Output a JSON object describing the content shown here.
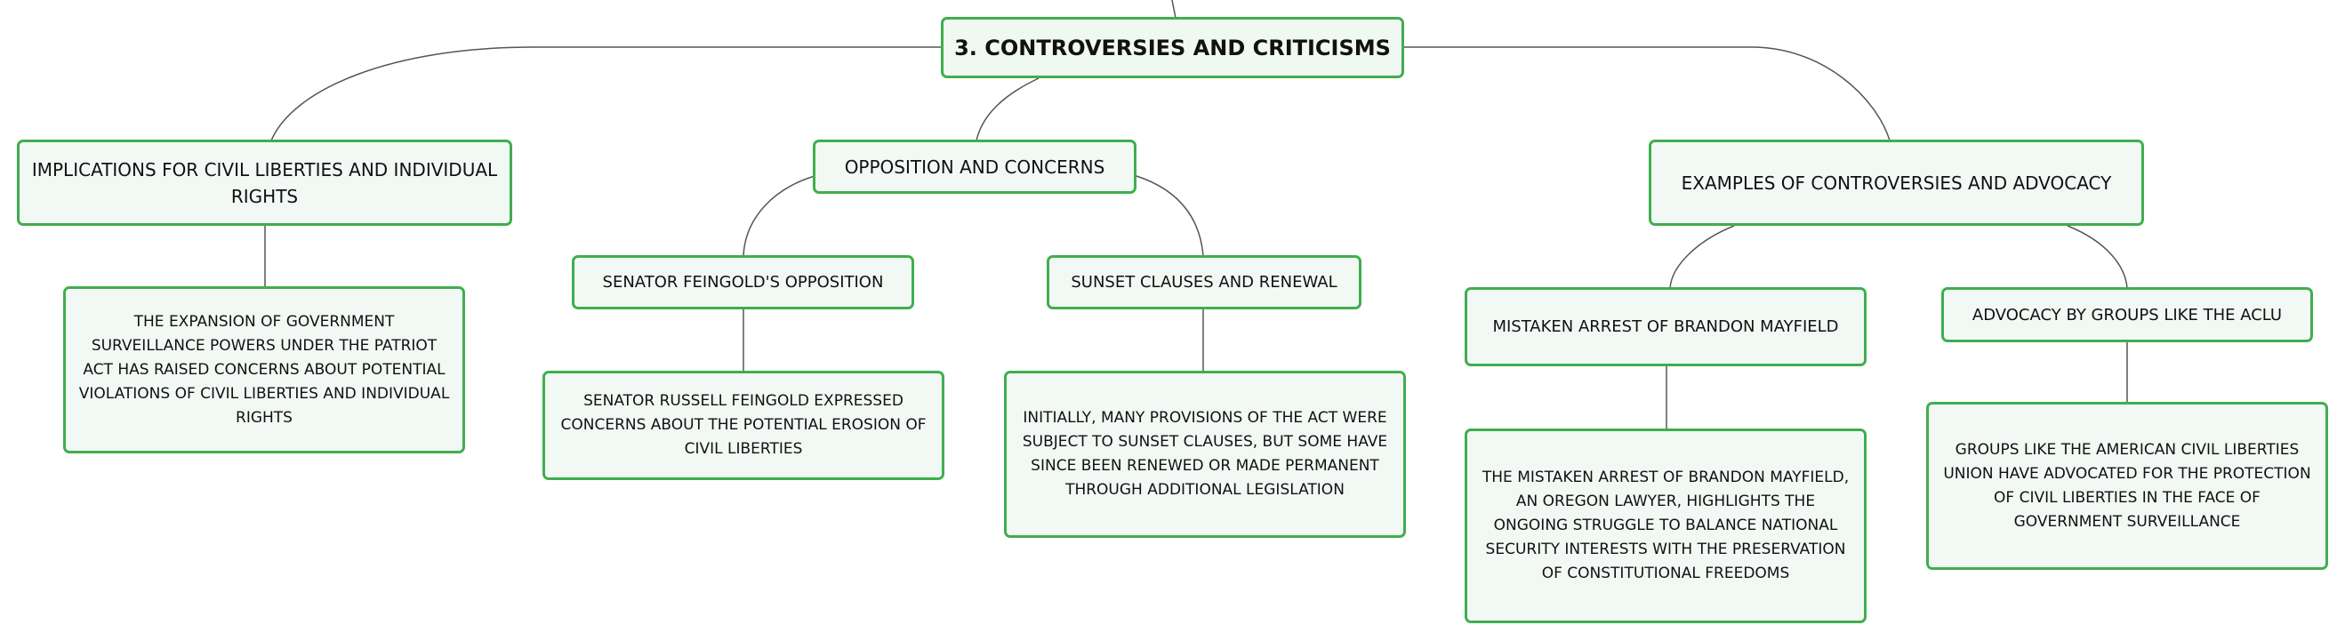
{
  "root": {
    "label": "3. CONTROVERSIES AND CRITICISMS"
  },
  "branches": {
    "civil": {
      "label": "IMPLICATIONS FOR CIVIL LIBERTIES AND INDIVIDUAL RIGHTS",
      "detail": "THE EXPANSION OF GOVERNMENT SURVEILLANCE POWERS UNDER THE PATRIOT ACT HAS RAISED CONCERNS ABOUT POTENTIAL VIOLATIONS OF CIVIL LIBERTIES AND INDIVIDUAL RIGHTS"
    },
    "opposition": {
      "label": "OPPOSITION AND CONCERNS",
      "feingold": {
        "label": "SENATOR FEINGOLD'S OPPOSITION",
        "detail": "SENATOR RUSSELL FEINGOLD EXPRESSED CONCERNS ABOUT THE POTENTIAL EROSION OF CIVIL LIBERTIES"
      },
      "sunset": {
        "label": "SUNSET CLAUSES AND RENEWAL",
        "detail": "INITIALLY, MANY PROVISIONS OF THE ACT WERE SUBJECT TO SUNSET CLAUSES, BUT SOME HAVE SINCE BEEN RENEWED OR MADE PERMANENT THROUGH ADDITIONAL LEGISLATION"
      }
    },
    "examples": {
      "label": "EXAMPLES OF CONTROVERSIES AND ADVOCACY",
      "mayfield": {
        "label": "MISTAKEN ARREST OF BRANDON MAYFIELD",
        "detail": "THE MISTAKEN ARREST OF BRANDON MAYFIELD, AN OREGON LAWYER, HIGHLIGHTS THE ONGOING STRUGGLE TO BALANCE NATIONAL SECURITY INTERESTS WITH THE PRESERVATION OF CONSTITUTIONAL FREEDOMS"
      },
      "aclu": {
        "label": "ADVOCACY BY GROUPS LIKE THE ACLU",
        "detail": "GROUPS LIKE THE AMERICAN CIVIL LIBERTIES UNION HAVE ADVOCATED FOR THE PROTECTION OF CIVIL LIBERTIES IN THE FACE OF GOVERNMENT SURVEILLANCE"
      }
    }
  },
  "colors": {
    "border": "#3fae4f",
    "fill": "#f2f9f4",
    "connector": "#555555"
  }
}
